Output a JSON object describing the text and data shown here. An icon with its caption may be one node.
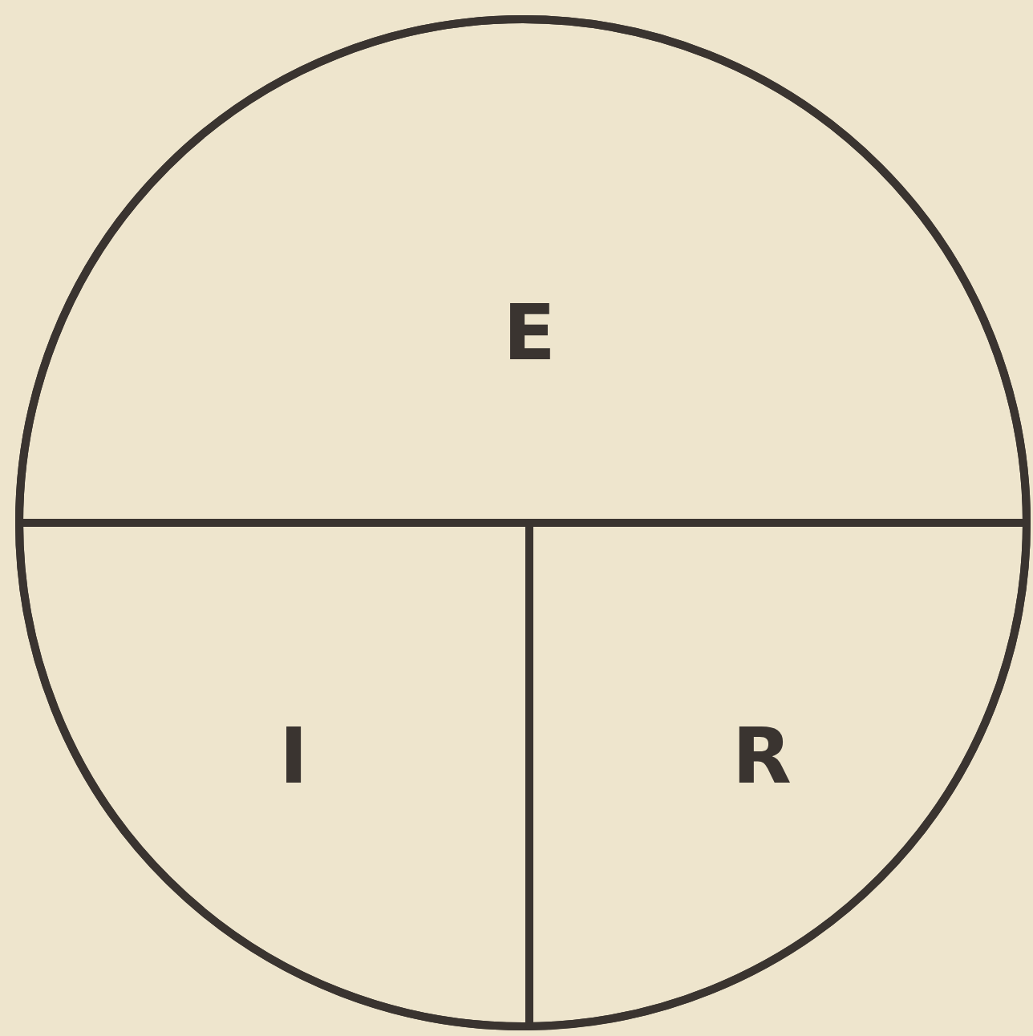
{
  "diagram": {
    "nodes": [
      {
        "text": [],
        "shape": "circle"
      },
      {
        "text": [
          "E"
        ],
        "in": 0
      },
      {
        "text": [
          "I"
        ],
        "in": 0
      },
      {
        "text": [
          "R"
        ],
        "in": 0
      }
    ]
  }
}
